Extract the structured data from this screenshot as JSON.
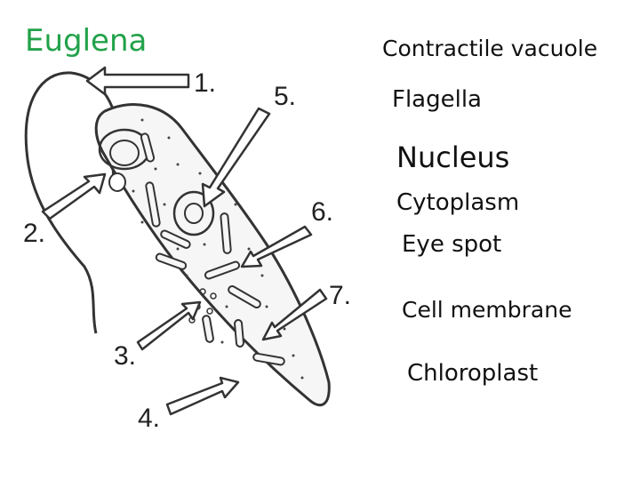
{
  "title": "Euglena",
  "terms": [
    "Contractile vacuole",
    "Flagella",
    "Nucleus",
    "Cytoplasm",
    "Eye spot",
    "Cell membrane",
    "Chloroplast"
  ],
  "numbers": [
    "1.",
    "2.",
    "3.",
    "4.",
    "5.",
    "6.",
    "7."
  ],
  "colors": {
    "title": "#22a24a",
    "ink": "#222222"
  }
}
